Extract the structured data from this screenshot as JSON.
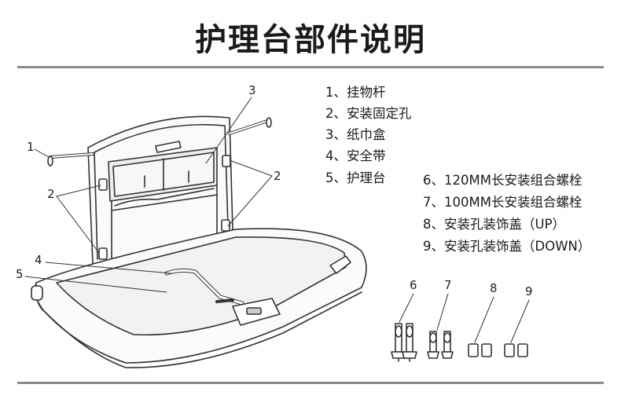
{
  "title": "护理台部件说明",
  "legend": [
    {
      "text": "1、挂物杆"
    },
    {
      "text": "2、安装固定孔"
    },
    {
      "text": "3、纸巾盒"
    },
    {
      "text": "4、安全带"
    },
    {
      "text": "5、护理台"
    },
    {
      "text": "6、120MM长安装组合螺栓"
    },
    {
      "text": "7、100MM长安装组合螺栓"
    },
    {
      "text": "8、安装孔装饰盖（UP）"
    },
    {
      "text": "9、安装孔装饰盖（DOWN）"
    }
  ],
  "callouts": {
    "c1": "1",
    "c2a": "2",
    "c2b": "2",
    "c3": "3",
    "c4": "4",
    "c5": "5",
    "c6": "6",
    "c7": "7",
    "c8": "8",
    "c9": "9"
  }
}
